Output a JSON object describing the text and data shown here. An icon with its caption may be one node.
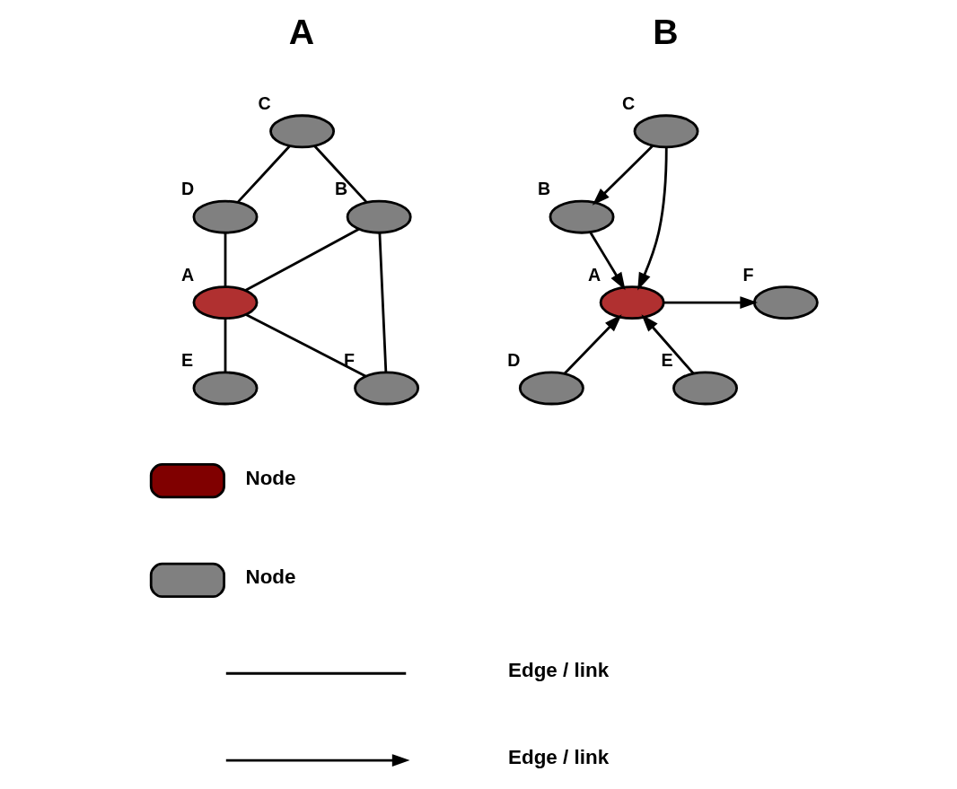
{
  "diagram": {
    "nodes": [
      {
        "text": [],
        "shape": "ellipse",
        "beside": [
          "C"
        ]
      },
      {
        "text": [],
        "shape": "ellipse",
        "beside": [
          "D"
        ]
      },
      {
        "text": [],
        "shape": "ellipse",
        "beside": [
          "B"
        ]
      },
      {
        "text": [],
        "shape": "ellipse",
        "beside": [
          "A"
        ]
      },
      {
        "text": [],
        "shape": "ellipse",
        "beside": [
          "E"
        ]
      },
      {
        "text": [],
        "shape": "ellipse",
        "beside": [
          "F"
        ]
      },
      {
        "text": [],
        "shape": "ellipse",
        "beside": [
          "C"
        ]
      },
      {
        "text": [],
        "shape": "ellipse",
        "beside": [
          "B"
        ]
      },
      {
        "text": [],
        "shape": "ellipse",
        "beside": [
          "A"
        ]
      },
      {
        "text": [],
        "shape": "ellipse",
        "beside": [
          "F"
        ]
      },
      {
        "text": [],
        "shape": "ellipse",
        "beside": [
          "D"
        ]
      },
      {
        "text": [],
        "shape": "ellipse",
        "beside": [
          "E"
        ]
      }
    ],
    "edges": [
      {
        "from": 1,
        "to": 0,
        "arrow": "none"
      },
      {
        "from": 0,
        "to": 2,
        "arrow": "none"
      },
      {
        "from": 1,
        "to": 3,
        "arrow": "none"
      },
      {
        "from": 2,
        "to": 3,
        "arrow": "none"
      },
      {
        "from": 2,
        "to": 5,
        "arrow": "none"
      },
      {
        "from": 4,
        "to": 3,
        "arrow": "none"
      },
      {
        "from": 3,
        "to": 5,
        "arrow": "none"
      },
      {
        "from": 6,
        "to": 7,
        "arrow": "to"
      },
      {
        "from": 6,
        "to": 8,
        "arrow": "to"
      },
      {
        "from": 7,
        "to": 8,
        "arrow": "to"
      },
      {
        "from": 8,
        "to": 9,
        "arrow": "to"
      },
      {
        "from": 10,
        "to": 8,
        "arrow": "to"
      },
      {
        "from": 11,
        "to": 8,
        "arrow": "to"
      }
    ],
    "labels": [
      "A",
      "B"
    ],
    "legend": [
      {
        "text": "Node",
        "color": "#800000"
      },
      {
        "text": "Node",
        "color": "#808080"
      },
      {
        "text": "Edge / link"
      },
      {
        "text": "Edge / link"
      }
    ]
  }
}
